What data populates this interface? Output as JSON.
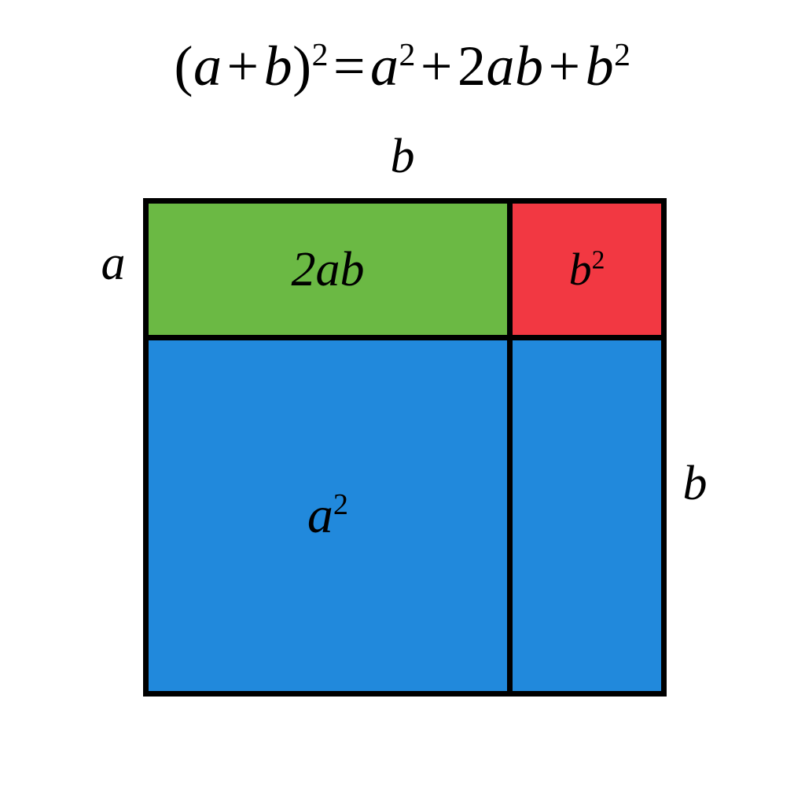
{
  "figure": {
    "title_equation": {
      "full_text": "(a + b)² = a² + 2ab + b²",
      "open_paren": "(",
      "a": "a",
      "plus1": "+",
      "b": "b",
      "close_paren": ")",
      "exp_outer": "2",
      "equals": "=",
      "a2_base": "a",
      "a2_exp": "2",
      "plus2": "+",
      "two": "2",
      "ab_a": "a",
      "ab_b": "b",
      "plus3": "+",
      "b2_base": "b",
      "b2_exp": "2"
    },
    "edge_labels": {
      "top": "b",
      "left": "a",
      "right": "b"
    },
    "regions": [
      {
        "name": "two-ab",
        "label_base": "2ab",
        "label_exp": "",
        "color": "#6BB944",
        "meaning": "2ab"
      },
      {
        "name": "b-squared",
        "label_base": "b",
        "label_exp": "2",
        "color": "#F23842",
        "meaning": "b²"
      },
      {
        "name": "a-squared",
        "label_base": "a",
        "label_exp": "2",
        "color": "#2189DC",
        "meaning": "a²"
      },
      {
        "name": "unlabeled-blue",
        "label_base": "",
        "label_exp": "",
        "color": "#2189DC",
        "meaning": ""
      }
    ],
    "colors": {
      "green": "#6BB944",
      "red": "#F23842",
      "blue": "#2189DC",
      "outline": "#000000",
      "background": "#FFFFFF"
    }
  }
}
